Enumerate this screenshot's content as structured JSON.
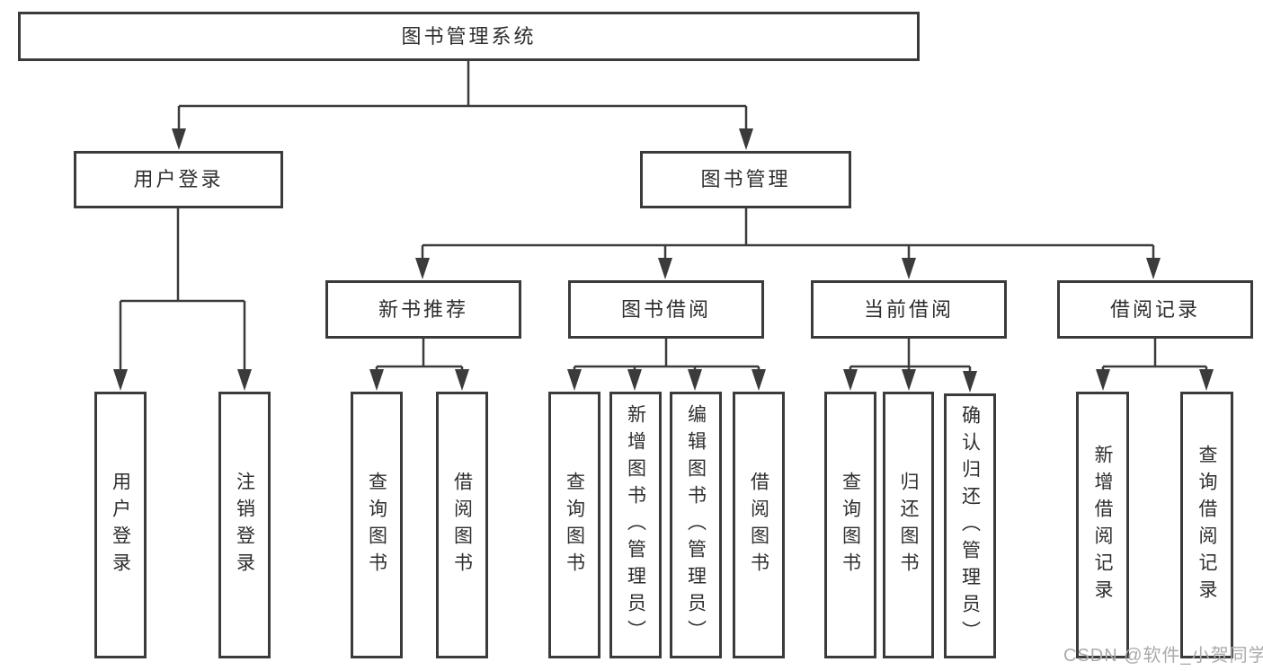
{
  "tree": {
    "root": "图书管理系统",
    "level2": {
      "user_login": "用户登录",
      "book_mgmt": "图书管理"
    },
    "level3": {
      "new_books": "新书推荐",
      "book_borrow": "图书借阅",
      "current_borrow": "当前借阅",
      "borrow_record": "借阅记录"
    },
    "level4": {
      "user_login": [
        "用户登录",
        "注销登录"
      ],
      "new_books": [
        "查询图书",
        "借阅图书"
      ],
      "book_borrow": [
        "查询图书",
        "新增图书（管理员）",
        "编辑图书（管理员）",
        "借阅图书"
      ],
      "current_borrow": [
        "查询图书",
        "归还图书",
        "确认归还（管理员）"
      ],
      "borrow_record": [
        "新增借阅记录",
        "查询借阅记录"
      ]
    }
  },
  "watermark": "CSDN @软件_小贺同学",
  "colors": {
    "line": "#3b3b3b",
    "text": "#2e2e2e",
    "watermark_gray": "#ababab",
    "background": "#ffffff"
  }
}
